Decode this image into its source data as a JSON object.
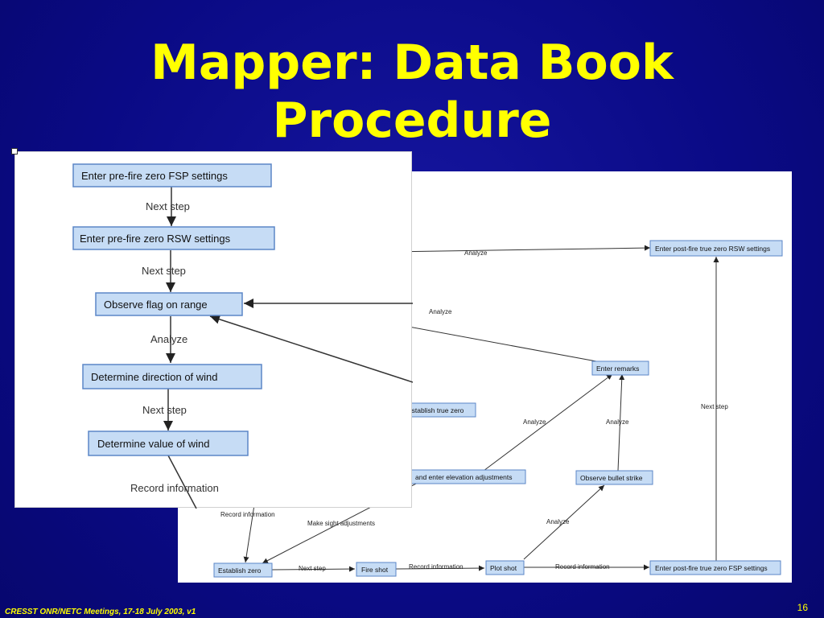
{
  "title": {
    "line1": "Mapper: Data Book",
    "line2": "Procedure"
  },
  "footer": "CRESST ONR/NETC Meetings, 17-18 July 2003, v1",
  "page_number": "16",
  "colors": {
    "background": "#0b0b8a",
    "title": "#ffff00",
    "node_fill": "#c6dcf5",
    "node_border": "#5b86c7"
  },
  "back_diagram": {
    "nodes": {
      "post_rsw": "Enter post-fire true zero RSW settings",
      "remarks": "Enter remarks",
      "establish_true": "Establish true zero",
      "elevation": "and enter elevation adjustments",
      "bullet": "Observe bullet strike",
      "establish_zero": "Establish zero",
      "fire": "Fire shot",
      "plot": "Plot shot",
      "post_fsp": "Enter post-fire true zero FSP settings"
    },
    "edge_labels": {
      "analyze_top": "Analyze",
      "analyze_mid": "Analyze",
      "analyze_left": "Analyze",
      "analyze_right": "Analyze",
      "analyze_bottom": "Analyze",
      "next_step_right": "Next step",
      "record_info_left": "Record information",
      "make_sight": "Make sight adjustments",
      "next_step_bottom": "Next step",
      "record_info_fire_plot": "Record information",
      "record_info_plot_fsp": "Record information"
    }
  },
  "front_diagram": {
    "nodes": {
      "pre_fsp": "Enter pre-fire zero FSP settings",
      "pre_rsw": "Enter pre-fire zero RSW settings",
      "observe_flag": "Observe flag on range",
      "wind_direction": "Determine direction of wind",
      "wind_value": "Determine value of wind"
    },
    "edge_labels": {
      "next_step_1": "Next step",
      "next_step_2": "Next step",
      "analyze": "Analyze",
      "next_step_3": "Next step",
      "record_info": "Record information"
    }
  }
}
